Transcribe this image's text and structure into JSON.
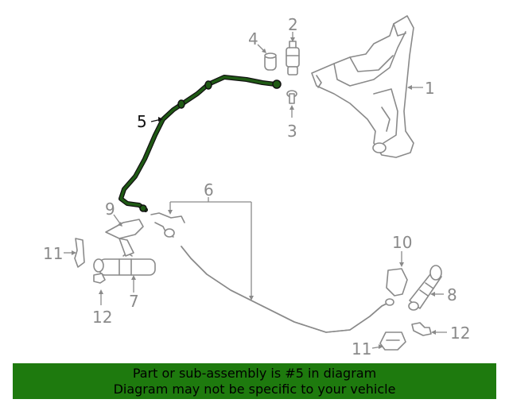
{
  "callouts": {
    "c1": "1",
    "c2": "2",
    "c3": "3",
    "c4": "4",
    "c5": "5",
    "c6": "6",
    "c7": "7",
    "c8": "8",
    "c9": "9",
    "c10": "10",
    "c11a": "11",
    "c11b": "11",
    "c12a": "12",
    "c12b": "12"
  },
  "banner": {
    "line1": "Part or sub-assembly is #5 in diagram",
    "line2": "Diagram may not be specific to your vehicle"
  },
  "colors": {
    "highlight_part": "#1f5a14",
    "banner_bg": "#1e7a0e",
    "part_outline": "#8a8a8a"
  }
}
